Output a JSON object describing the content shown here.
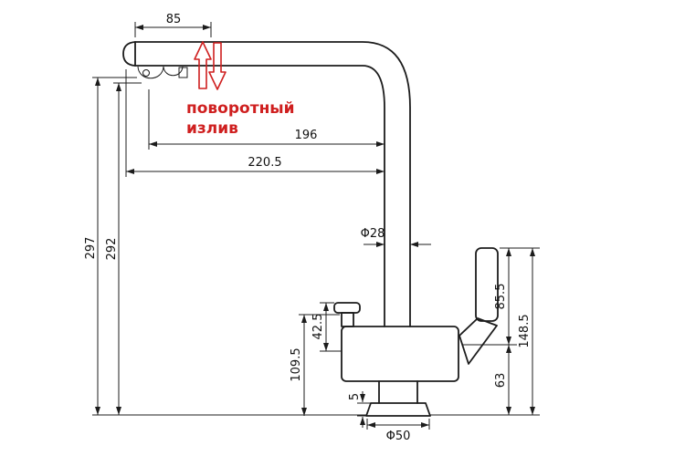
{
  "drawing": {
    "background": "#ffffff",
    "line_color": "#1c1c1c",
    "accent_color": "#cf1f1f"
  },
  "annotation": {
    "swivel_spout_line1": "поворотный",
    "swivel_spout_line2": "излив"
  },
  "dimensions": {
    "top_offset": "85",
    "spout_reach": "196",
    "spout_reach_total": "220.5",
    "height_total": "297",
    "height_spout": "292",
    "pipe_diameter": "Φ28",
    "handle_height": "85.5",
    "right_total": "148.5",
    "right_lower": "63",
    "valve_offset": "42.5",
    "body_height": "109.5",
    "base_gap": "5",
    "base_diameter": "Φ50"
  }
}
